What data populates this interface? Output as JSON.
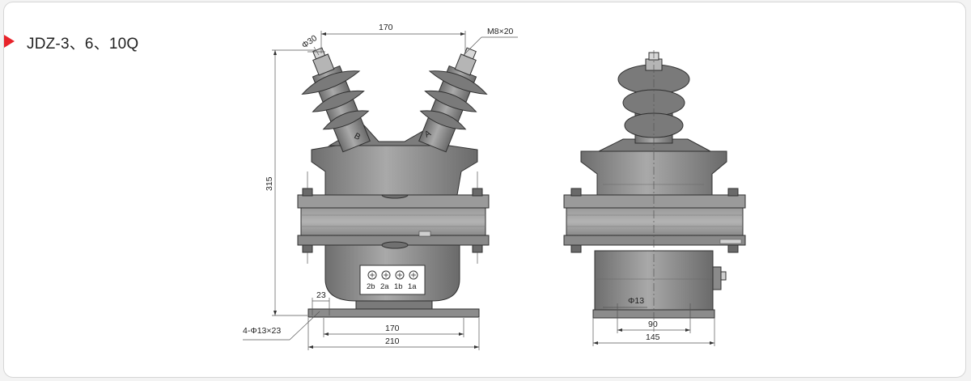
{
  "title": "JDZ-3、6、10Q",
  "colors": {
    "accent": "#e8232a",
    "body": "#858585",
    "body_dark": "#5c5c5c",
    "body_light": "#a8a8a8",
    "line": "#333333",
    "dim_line": "#555555"
  },
  "front_view": {
    "dims": {
      "top_width": "170",
      "terminal_thread": "M8×20",
      "terminal_dia": "Φ30",
      "height": "315",
      "base_hole_spacing": "23",
      "mounting_holes": "4-Φ13×23",
      "base_inner_width": "170",
      "base_outer_width": "210"
    },
    "phase_labels": {
      "left": "B",
      "right": "A"
    },
    "terminals": [
      "2b",
      "2a",
      "1b",
      "1a"
    ]
  },
  "side_view": {
    "dims": {
      "hole_dia": "Φ13",
      "hole_spacing": "90",
      "base_width": "145"
    }
  }
}
